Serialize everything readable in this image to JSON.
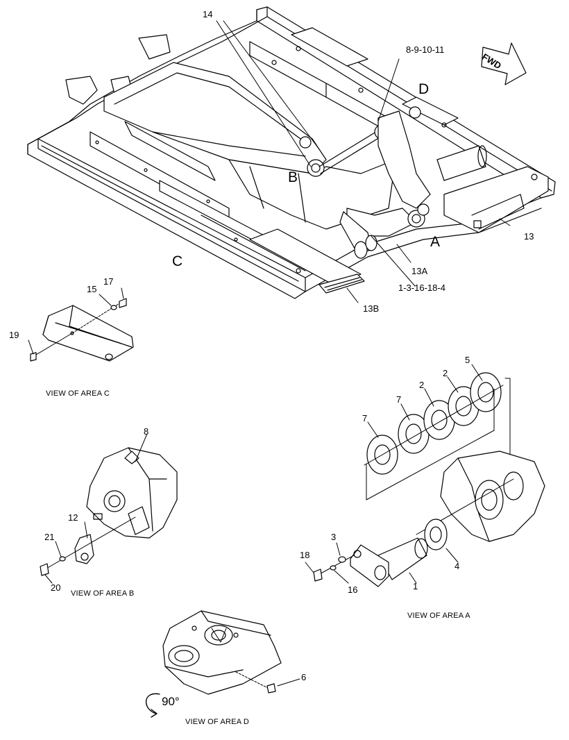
{
  "labels": {
    "p14": "14",
    "p8_9_10_11": "8-9-10-11",
    "fwd": "FWD",
    "D": "D",
    "B": "B",
    "A": "A",
    "C": "C",
    "p13": "13",
    "p13A": "13A",
    "p1_3_16_18_4": "1-3-16-18-4",
    "p13B": "13B",
    "p15": "15",
    "p17": "17",
    "p19": "19",
    "p8": "8",
    "p12": "12",
    "p21": "21",
    "p20": "20",
    "p5": "5",
    "p2a": "2",
    "p2b": "2",
    "p7a": "7",
    "p7b": "7",
    "p3": "3",
    "p18": "18",
    "p16": "16",
    "p1": "1",
    "p4": "4",
    "p6": "6",
    "rot90": "90°"
  },
  "views": {
    "c": "VIEW OF AREA C",
    "b": "VIEW OF AREA B",
    "a": "VIEW OF AREA  A",
    "d": "VIEW OF AREA D"
  }
}
